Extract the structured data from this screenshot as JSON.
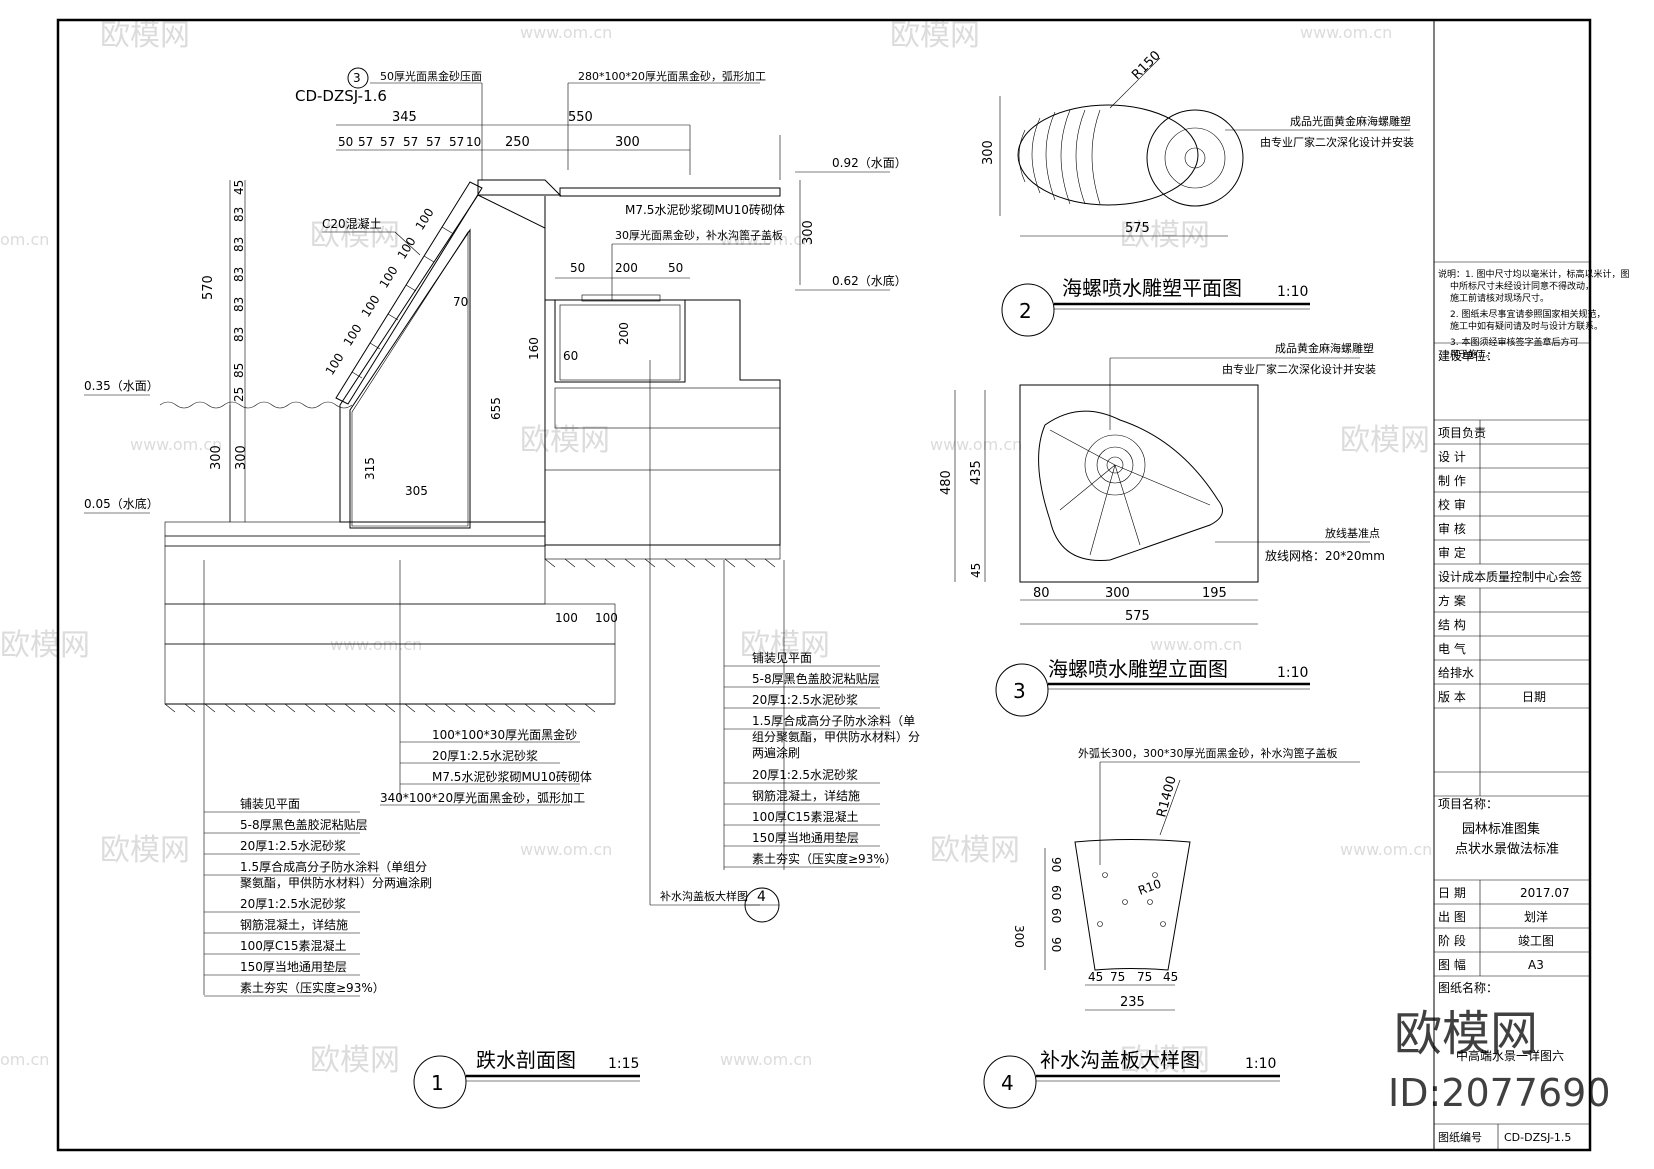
{
  "watermark": {
    "logo": "欧模网",
    "url": "www.om.cn",
    "url_short": "om.cn",
    "big": "欧模网",
    "id": "ID:2077690"
  },
  "section1": {
    "num": "1",
    "title": "跌水剖面图",
    "scale": "1:15",
    "ref_num": "3",
    "ref_code": "CD-DZSJ-1.6",
    "top_note_left": "50厚光面黑金砂压面",
    "top_note_right": "280*100*20厚光面黑金砂，弧形加工",
    "dims_top": [
      "345",
      "550",
      "250",
      "300"
    ],
    "dims_small": [
      "50",
      "57",
      "57",
      "57",
      "57",
      "57",
      "10"
    ],
    "dims_left": [
      "570",
      "45",
      "83",
      "83",
      "83",
      "83",
      "83",
      "85",
      "25",
      "300",
      "300"
    ],
    "dims_mid": [
      "70",
      "315",
      "305",
      "655",
      "160",
      "60",
      "200",
      "50",
      "200",
      "50",
      "300",
      "100",
      "100"
    ],
    "diag_dims": [
      "100",
      "100",
      "100",
      "100",
      "100",
      "100"
    ],
    "c20": "C20混凝土",
    "water_high": "0.35（水面）",
    "water_low": "0.05（水底）",
    "right_high": "0.92（水面）",
    "right_low": "0.62（水底）",
    "mid_note1": "M7.5水泥砂浆砌MU10砖砌体",
    "mid_note2": "30厚光面黑金砂，补水沟篦子盖板",
    "legend_a": [
      "100*100*30厚光面黑金砂",
      "20厚1:2.5水泥砂浆",
      "M7.5水泥砂浆砌MU10砖砌体",
      "340*100*20厚光面黑金砂，弧形加工"
    ],
    "legend_b": [
      "铺装见平面",
      "5-8厚黑色盖胶泥粘贴层",
      "20厚1:2.5水泥砂浆",
      "1.5厚合成高分子防水涂料（单",
      "组分聚氨酯，甲供防水材料）分",
      "两遍涂刷",
      "20厚1:2.5水泥砂浆",
      "钢筋混凝土，详结施",
      "100厚C15素混凝土",
      "150厚当地通用垫层",
      "素土夯实（压实度≥93%）"
    ],
    "legend_c": [
      "铺装见平面",
      "5-8厚黑色盖胶泥粘贴层",
      "20厚1:2.5水泥砂浆",
      "1.5厚合成高分子防水涂料（单组分",
      "聚氨酯，甲供防水材料）分两遍涂刷",
      "20厚1:2.5水泥砂浆",
      "钢筋混凝土，详结施",
      "100厚C15素混凝土",
      "150厚当地通用垫层",
      "素土夯实（压实度≥93%）"
    ],
    "ditch_ref": "补水沟盖板大样图",
    "ditch_ref_num": "4"
  },
  "section2": {
    "num": "2",
    "title": "海螺喷水雕塑平面图",
    "scale": "1:10",
    "note1": "成品光面黄金麻海螺雕塑",
    "note2": "由专业厂家二次深化设计并安装",
    "r": "R150",
    "dim_h": "300",
    "dim_w": "575"
  },
  "section3": {
    "num": "3",
    "title": "海螺喷水雕塑立面图",
    "scale": "1:10",
    "note1": "成品黄金麻海螺雕塑",
    "note2": "由专业厂家二次深化设计并安装",
    "grid_note1": "放线基准点",
    "grid_note2": "放线网格：20*20mm",
    "dims_left": [
      "480",
      "435",
      "45"
    ],
    "dims_bottom": [
      "80",
      "300",
      "195"
    ],
    "dim_total": "575"
  },
  "section4": {
    "num": "4",
    "title": "补水沟盖板大样图",
    "scale": "1:10",
    "note": "外弧长300，300*30厚光面黑金砂，补水沟篦子盖板",
    "r_big": "R1400",
    "r_small": "R10",
    "dims_left": [
      "300",
      "90",
      "60",
      "60",
      "90"
    ],
    "dims_bottom": [
      "45",
      "75",
      "75",
      "45"
    ],
    "dim_total": "235"
  },
  "titleblock": {
    "notes": [
      "说明：1. 图中尺寸均以毫米计，标高以米计，图",
      "中所标尺寸未经设计同意不得改动，",
      "施工前请核对现场尺寸。",
      "2. 图纸未尽事宜请参照国家相关规范，",
      "施工中如有疑问请及时与设计方联系。",
      "3. 本图须经审核签字盖章后方可",
      "用于施工。"
    ],
    "client": "建设单位：",
    "roles": [
      "项目负责",
      "设    计",
      "制    作",
      "校    审",
      "审    核",
      "审    定"
    ],
    "org": "设计成本质量控制中心会签",
    "disciplines": [
      "方    案",
      "结    构",
      "电    气",
      "给排水"
    ],
    "version": "版    本",
    "date_label": "日期",
    "project_label": "项目名称：",
    "project_name1": "园林标准图集",
    "project_name2": "点状水景做法标准",
    "info": [
      [
        "日    期",
        "2017.07"
      ],
      [
        "出    图",
        "划洋"
      ],
      [
        "阶    段",
        "竣工图"
      ],
      [
        "图    幅",
        "A3"
      ]
    ],
    "drawing_label": "图纸名称：",
    "drawing_name": "中高端水景一详图六",
    "number_label": "图纸编号",
    "number": "CD-DZSJ-1.5"
  }
}
